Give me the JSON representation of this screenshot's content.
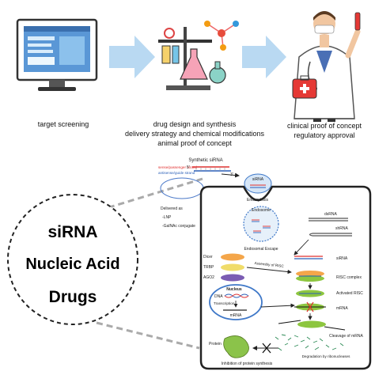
{
  "top_row": {
    "step1_label": "target screening",
    "step2_label_1": "drug design and synthesis",
    "step2_label_2": "delivery strategy and chemical modifications",
    "step2_label_3": "animal proof of concept",
    "step3_label_1": "clinical proof of concept",
    "step3_label_2": "regulatory approval"
  },
  "circle": {
    "line1": "siRNA",
    "line2": "Nucleic Acid",
    "line3": "Drugs"
  },
  "sirna_panel": {
    "synthetic_sirna": "Synthetic siRNA",
    "sense_strand": "sense/passenger strand",
    "antisense_strand": "antisense/guide strand",
    "strand_5": "5'",
    "strand_3": "3'",
    "delivered_as": "Delivered as",
    "lnp": "-LNP",
    "galnac": "-GalNAc conjugate"
  },
  "cell": {
    "sirna_bubble": "siRNA",
    "endocytosis": "Endocytosis",
    "endosome": "Endosome",
    "endosomal_escape": "Endosomal Escape",
    "dsrna": "dsRNA",
    "shrna": "shRNA",
    "dicer": "Dicer",
    "trbp": "TRBP",
    "ago2": "AGO2",
    "sirna": "siRNA",
    "assembly_risc": "Assembly of RISC",
    "risc_complex": "RISC complex",
    "activated_risc": "Activated RISC",
    "nucleus": "Nucleus",
    "dna": "DNA",
    "transcription": "Transcription",
    "mrna_nucleus": "mRNA",
    "mrna": "mRNA",
    "cleavage": "Cleavage of mRNA",
    "degradation": "Degradation by ribonucleases",
    "protein": "Protein",
    "inhibition": "Inhibition of protein synthesis"
  },
  "colors": {
    "arrow_blue": "#b9d9f2",
    "sense_red": "#e0302f",
    "antisense_blue": "#2a5fb8",
    "dicer_orange": "#f4a64a",
    "trbp_yellow": "#f0dc6a",
    "ago2_purple": "#7b5cb3",
    "risc_green": "#8dc63f",
    "nucleus_blue": "#3f78c8",
    "protein_green": "#8bc34a",
    "doctor_coat": "#ffffff",
    "kit_red": "#e53935"
  }
}
